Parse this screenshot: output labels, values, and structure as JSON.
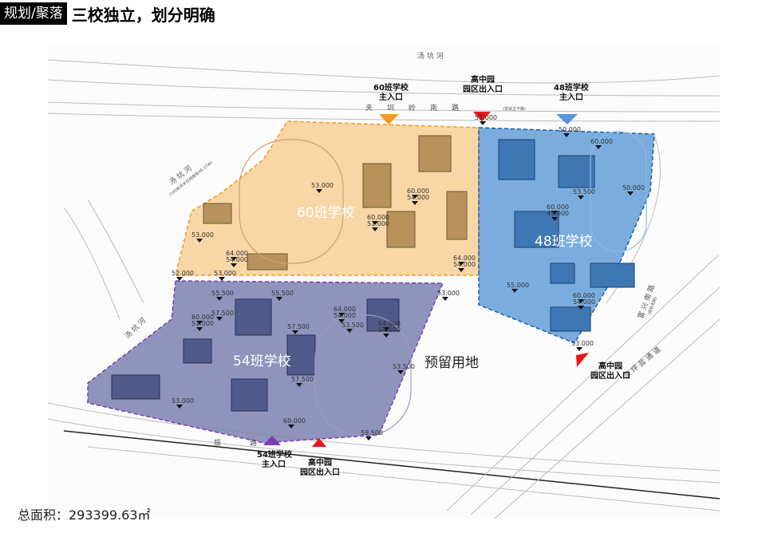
{
  "header": {
    "tag": "规划/聚落",
    "title": "三校独立，划分明确"
  },
  "footer": {
    "total_area": "总面积：293399.63㎡"
  },
  "zones": [
    {
      "label": "60班学校",
      "color": "#f8c98a"
    },
    {
      "label": "54班学校",
      "color": "#7d80b0"
    },
    {
      "label": "48班学校",
      "color": "#5a9ad6"
    },
    {
      "label": "预留用地"
    }
  ],
  "roads": {
    "river_top": "汤 坑 河",
    "north_road": "夹　　圳　　岭　　南　　路",
    "north_road_note": "(现状主干路)",
    "river_left": "汤 坑 河",
    "river_left_note": "(100年洪水位线高程46.37米)",
    "river_west": "汤 坑 河",
    "east_road": "富 兴 南 路",
    "east_road_note": "(规划支路)",
    "se_road": "深 坪 盐 通 道",
    "south_road": "振　　　　路"
  },
  "gates": [
    {
      "line1": "60班学校",
      "line2": "主入口",
      "color": "#f39a1e"
    },
    {
      "line1": "高中园",
      "line2": "园区出入口",
      "color": "#e8151b"
    },
    {
      "line1": "48班学校",
      "line2": "主入口",
      "color": "#5a95dc"
    },
    {
      "line1": "高中园",
      "line2": "园区出入口",
      "color": "#e8151b"
    },
    {
      "line1": "54班学校",
      "line2": "主入口",
      "color": "#7a3fb0"
    },
    {
      "line1": "高中园",
      "line2": "园区出入口",
      "color": "#e8151b"
    }
  ],
  "elevations": [
    "52.000",
    "53.000",
    "53.000",
    "52.000",
    "53.000",
    "64.000",
    "54.000",
    "60.000",
    "51.000",
    "60.000",
    "54.000",
    "60.000",
    "49.000",
    "64.000",
    "54.000",
    "50.000",
    "53.500",
    "60.000",
    "50.000",
    "55.000",
    "60.000",
    "54.000",
    "53.000",
    "55.500",
    "55.500",
    "60.000",
    "51.000",
    "64.000",
    "54.000",
    "53.500",
    "64.000",
    "54.000",
    "57.500",
    "57.500",
    "53.000",
    "57.500",
    "60.000",
    "59.500",
    "53.500",
    "53.000"
  ]
}
